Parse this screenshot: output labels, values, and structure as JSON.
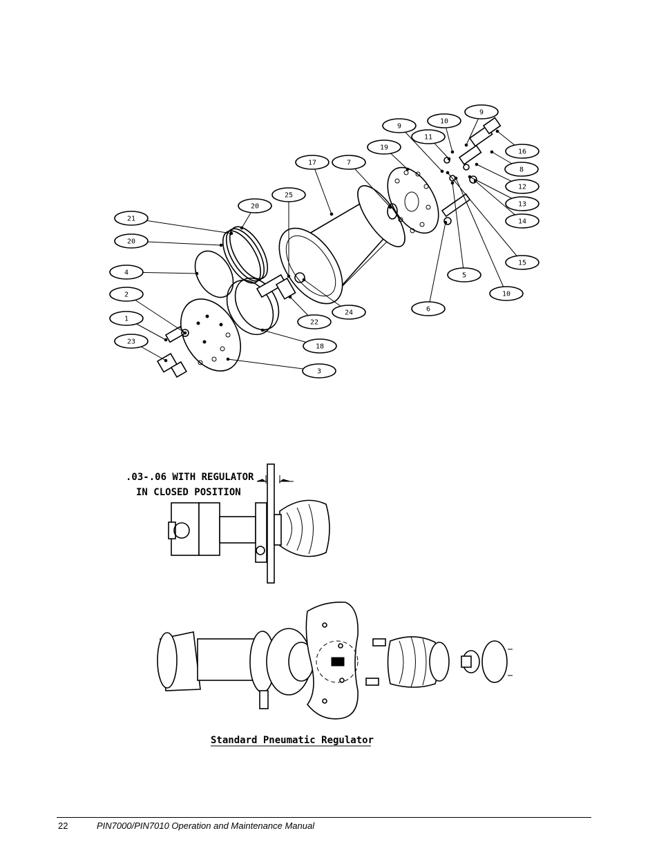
{
  "exploded_view": {
    "callouts": [
      {
        "n": "1"
      },
      {
        "n": "2"
      },
      {
        "n": "3"
      },
      {
        "n": "4"
      },
      {
        "n": "5"
      },
      {
        "n": "6"
      },
      {
        "n": "7"
      },
      {
        "n": "8"
      },
      {
        "n": "9"
      },
      {
        "n": "9"
      },
      {
        "n": "10"
      },
      {
        "n": "10"
      },
      {
        "n": "11"
      },
      {
        "n": "12"
      },
      {
        "n": "13"
      },
      {
        "n": "14"
      },
      {
        "n": "15"
      },
      {
        "n": "16"
      },
      {
        "n": "17"
      },
      {
        "n": "18"
      },
      {
        "n": "19"
      },
      {
        "n": "20"
      },
      {
        "n": "20"
      },
      {
        "n": "21"
      },
      {
        "n": "22"
      },
      {
        "n": "23"
      },
      {
        "n": "24"
      },
      {
        "n": "25"
      }
    ]
  },
  "regulator_detail": {
    "note_line1": ".03-.06 WITH REGULATOR",
    "note_line2": "IN CLOSED POSITION"
  },
  "regulator_exploded": {
    "caption": "Standard Pneumatic Regulator"
  },
  "footer": {
    "page_number": "22",
    "manual_title": "PIN7000/PIN7010 Operation and Maintenance Manual"
  }
}
